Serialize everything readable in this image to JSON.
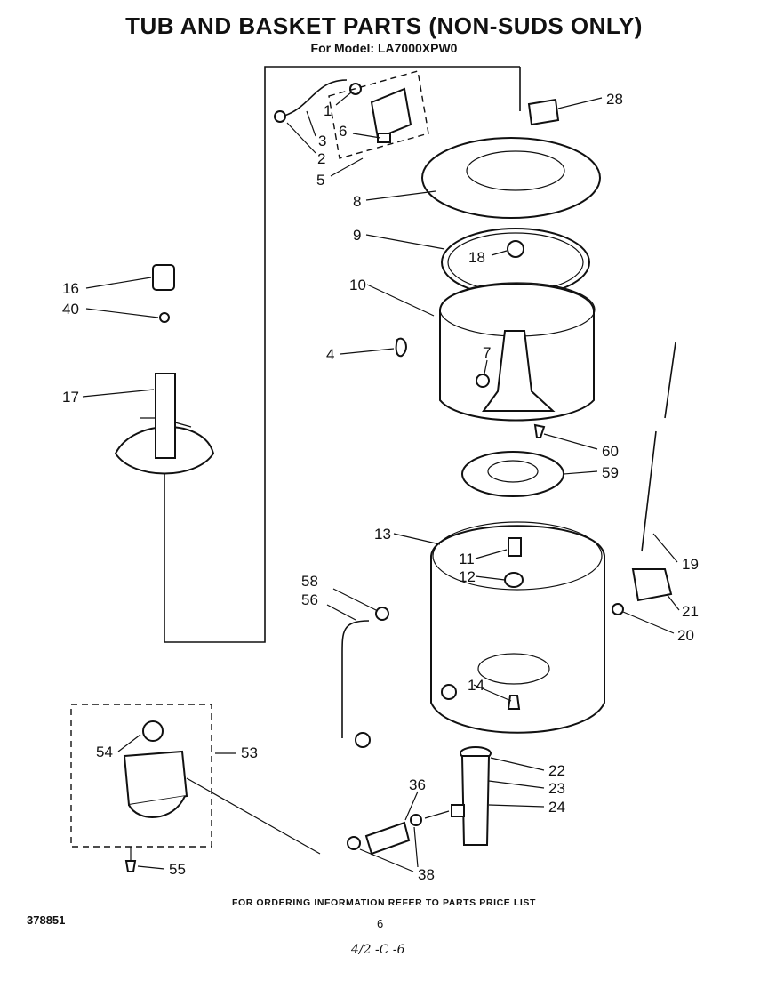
{
  "header": {
    "title": "TUB AND BASKET PARTS  (NON-SUDS ONLY)",
    "model_line": "For Model: LA7000XPW0"
  },
  "parts": {
    "p1": "1",
    "p2": "2",
    "p3": "3",
    "p4": "4",
    "p5": "5",
    "p6": "6",
    "p7": "7",
    "p8": "8",
    "p9": "9",
    "p10": "10",
    "p11": "11",
    "p12": "12",
    "p13": "13",
    "p14": "14",
    "p16": "16",
    "p17": "17",
    "p18": "18",
    "p19": "19",
    "p20": "20",
    "p21": "21",
    "p22": "22",
    "p23": "23",
    "p24": "24",
    "p28": "28",
    "p36": "36",
    "p38": "38",
    "p40": "40",
    "p53": "53",
    "p54": "54",
    "p55": "55",
    "p56": "56",
    "p58": "58",
    "p59": "59",
    "p60": "60"
  },
  "footer": {
    "ordering_note": "FOR ORDERING INFORMATION REFER TO PARTS PRICE LIST",
    "doc_number": "378851",
    "page_number": "6",
    "handwritten_note": "4/2 -C -6"
  }
}
